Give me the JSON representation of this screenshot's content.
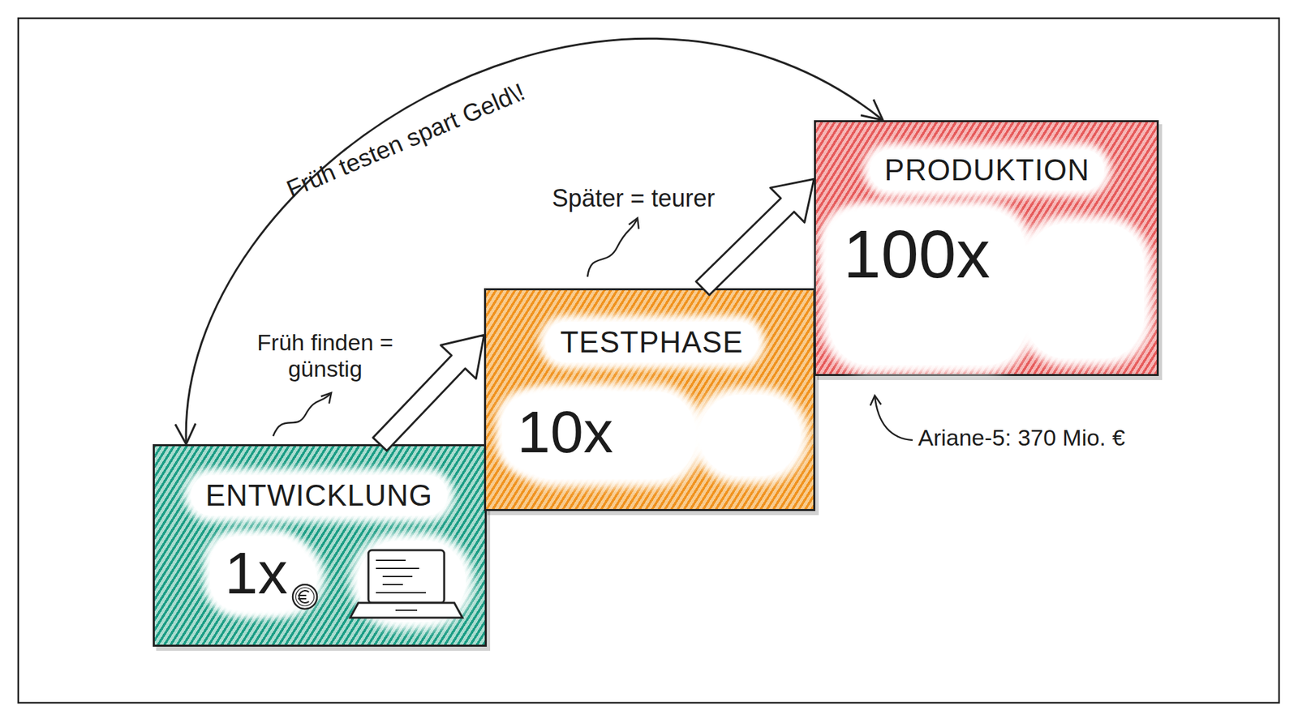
{
  "diagram": {
    "nodes": [
      {
        "text": [
          "ENTWICKLUNG",
          "1x"
        ]
      },
      {
        "text": [
          "TESTPHASE",
          "10x"
        ]
      },
      {
        "text": [
          "PRODUKTION",
          "100x"
        ]
      }
    ],
    "edges": [
      {
        "from": 0,
        "to": 1,
        "arrow": "to"
      },
      {
        "from": 1,
        "to": 2,
        "arrow": "to"
      },
      {
        "from": 0,
        "to": 2,
        "arrow": "both",
        "label": "Früh testen spart Geld\\!"
      }
    ],
    "labels": [
      "Früh finden = günstig",
      "Später = teurer",
      "Ariane-5: 370 Mio. €"
    ]
  }
}
